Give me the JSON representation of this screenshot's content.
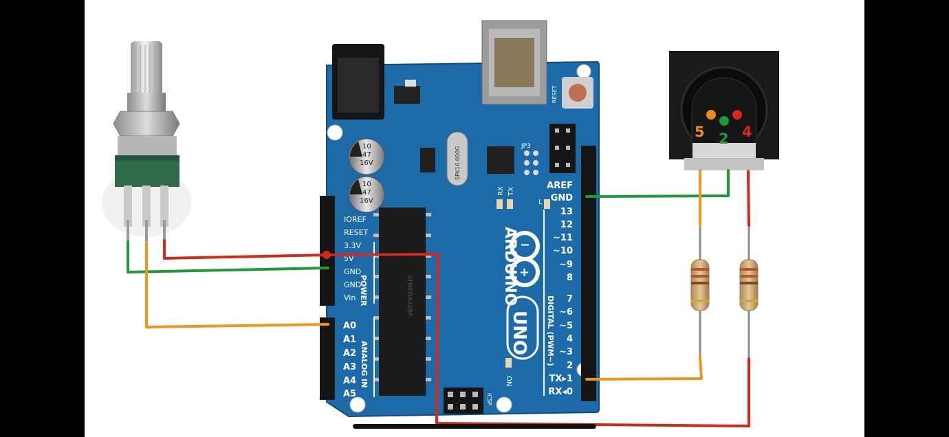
{
  "board": {
    "logo": "ARDUINO",
    "model": "UNO",
    "power_header_label": "POWER",
    "analog_header_label": "ANALOG IN",
    "digital_header_label": "DIGITAL (PWM~)",
    "power_pins": [
      "IOREF",
      "RESET",
      "3.3V",
      "5V",
      "GND",
      "GND",
      "Vin"
    ],
    "analog_pins": [
      "A0",
      "A1",
      "A2",
      "A3",
      "A4",
      "A5"
    ],
    "digital_pins": [
      "AREF",
      "GND",
      "13",
      "12",
      "~11",
      "~10",
      "~9",
      "8",
      "7",
      "~6",
      "~5",
      "4",
      "~3",
      "2",
      "TX▸1",
      "RX◂0"
    ],
    "led_labels": {
      "rx": "RX",
      "tx": "TX",
      "l": "L",
      "on": "ON"
    },
    "jp3_label": "JP3",
    "icsp_label": "ICSP",
    "reset_label": "RESET",
    "chip_marking": "ATMEGA328P",
    "crystal_marking": "SPK16.000G",
    "capacitor_marking": [
      "10",
      "47",
      "16V"
    ]
  },
  "midi_connector": {
    "pin_labels": [
      "5",
      "2",
      "4"
    ],
    "pin_colors": [
      "#f08a1c",
      "#1a9a3a",
      "#d8261d"
    ]
  },
  "wire_colors": {
    "red": "#d22a1a",
    "green": "#1f9a3b",
    "orange": "#f0961e"
  },
  "colors": {
    "board_blue": "#1d6aa8",
    "board_text": "#ffffff"
  }
}
